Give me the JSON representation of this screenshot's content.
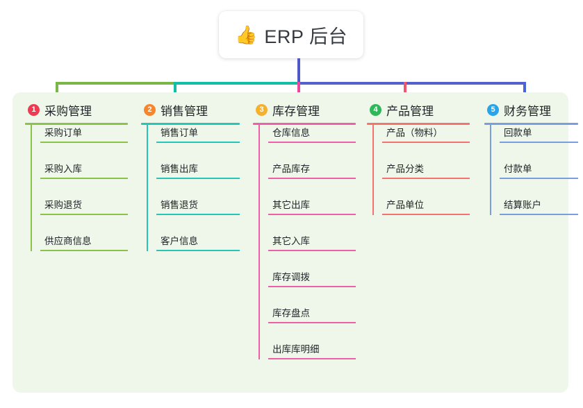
{
  "root": {
    "emoji": "👍",
    "emoji_name": "thumbs-up-emoji",
    "title": "ERP 后台"
  },
  "colors": {
    "panel_bg": "#eef7e9",
    "page_bg": "#ffffff",
    "stem": "#4f58c8",
    "connector_green": "#7ab648",
    "connector_teal": "#12bfa6",
    "connector_blue": "#5560cf",
    "connector_pink": "#ec4899",
    "connector_red": "#f1566a"
  },
  "columns": [
    {
      "number": "1",
      "title": "采购管理",
      "badge_color": "#ef3b52",
      "accent_color": "#8bc34a",
      "items": [
        {
          "label": "采购订单"
        },
        {
          "label": "采购入库"
        },
        {
          "label": "采购退货"
        },
        {
          "label": "供应商信息"
        }
      ]
    },
    {
      "number": "2",
      "title": "销售管理",
      "badge_color": "#f5862e",
      "accent_color": "#26c6b6",
      "items": [
        {
          "label": "销售订单"
        },
        {
          "label": "销售出库"
        },
        {
          "label": "销售退货"
        },
        {
          "label": "客户信息"
        }
      ]
    },
    {
      "number": "3",
      "title": "库存管理",
      "badge_color": "#f6b12c",
      "accent_color": "#ef5fa7",
      "items": [
        {
          "label": "仓库信息"
        },
        {
          "label": "产品库存"
        },
        {
          "label": "其它出库"
        },
        {
          "label": "其它入库"
        },
        {
          "label": "库存调拨"
        },
        {
          "label": "库存盘点"
        },
        {
          "label": "出库库明细"
        }
      ]
    },
    {
      "number": "4",
      "title": "产品管理",
      "badge_color": "#2eb85c",
      "accent_color": "#f5736f",
      "items": [
        {
          "label": "产品（物料）"
        },
        {
          "label": "产品分类"
        },
        {
          "label": "产品单位"
        }
      ]
    },
    {
      "number": "5",
      "title": "财务管理",
      "badge_color": "#2aa3e8",
      "accent_color": "#7a9de0",
      "items": [
        {
          "label": "回款单"
        },
        {
          "label": "付款单"
        },
        {
          "label": "结算账户"
        }
      ]
    }
  ]
}
